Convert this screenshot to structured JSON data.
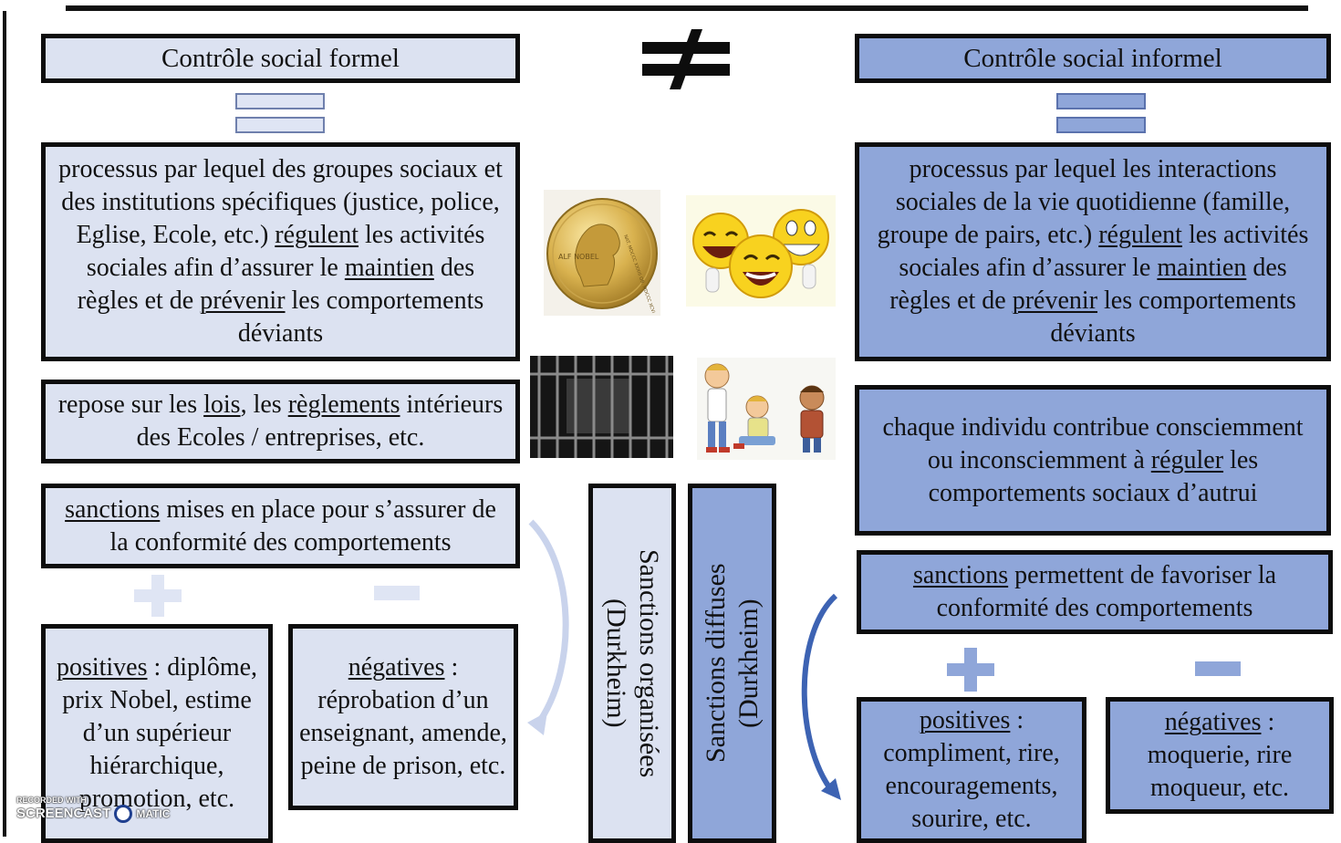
{
  "left": {
    "title": "Contrôle social formel",
    "definition": [
      {
        "t": "processus par lequel des groupes sociaux et des institutions spécifiques (justice, police, Eglise, Ecole, etc.) "
      },
      {
        "t": "régulent",
        "u": true
      },
      {
        "t": " les activités sociales afin d’assurer le "
      },
      {
        "t": "maintien",
        "u": true
      },
      {
        "t": " des règles et de "
      },
      {
        "t": "prévenir",
        "u": true
      },
      {
        "t": " les comportements déviants"
      }
    ],
    "basis": [
      {
        "t": "repose sur les "
      },
      {
        "t": "lois",
        "u": true
      },
      {
        "t": ", les "
      },
      {
        "t": "règlements",
        "u": true
      },
      {
        "t": " intérieurs des Ecoles / entreprises, etc."
      }
    ],
    "sanctions": [
      {
        "t": "sanctions",
        "u": true
      },
      {
        "t": " mises en place pour s’assurer de la conformité des comportements"
      }
    ],
    "positive": [
      {
        "t": "positives",
        "u": true
      },
      {
        "t": " : diplôme, prix Nobel, estime d’un supérieur hiérarchique, promotion, etc."
      }
    ],
    "negative": [
      {
        "t": "négatives",
        "u": true
      },
      {
        "t": " : réprobation d’un enseignant, amende, peine de prison, etc."
      }
    ]
  },
  "right": {
    "title": "Contrôle social informel",
    "definition": [
      {
        "t": "processus par lequel les interactions sociales de la vie quotidienne (famille, groupe de pairs, etc.) "
      },
      {
        "t": "régulent",
        "u": true
      },
      {
        "t": " les activités sociales afin d’assurer le "
      },
      {
        "t": "maintien",
        "u": true
      },
      {
        "t": " des règles et de "
      },
      {
        "t": "prévenir",
        "u": true
      },
      {
        "t": " les comportements déviants"
      }
    ],
    "basis": [
      {
        "t": "chaque individu contribue consciemment ou inconsciemment à "
      },
      {
        "t": "réguler",
        "u": true
      },
      {
        "t": " les comportements sociaux d’autrui"
      }
    ],
    "sanctions": [
      {
        "t": "sanctions",
        "u": true
      },
      {
        "t": " permettent de favoriser la conformité des comportements"
      }
    ],
    "positive": [
      {
        "t": "positives",
        "u": true
      },
      {
        "t": " : compliment, rire, encouragements, sourire, etc."
      }
    ],
    "negative": [
      {
        "t": "négatives",
        "u": true
      },
      {
        "t": " : moquerie, rire moqueur, etc."
      }
    ]
  },
  "center": {
    "organized": "Sanctions organisées (Durkheim)",
    "diffuse": "Sanctions diffuses (Durkheim)",
    "medal_text": "ALF NOBEL",
    "medal_side_text": "NAT. MDCCC XXXIII OB. MDCCC XCVI"
  },
  "watermark": {
    "line1": "RECORDED WITH",
    "line2": "SCREENCAST",
    "line3": "MATIC"
  },
  "colors": {
    "light_fill": "#dce2f1",
    "blue_fill": "#8fa6d9",
    "border": "#0d0d0d",
    "arrow_light": "#c9d3ec",
    "arrow_blue": "#3d63b3"
  }
}
